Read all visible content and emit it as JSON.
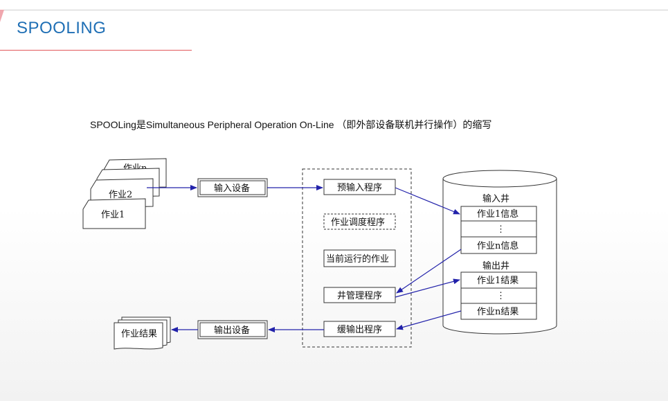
{
  "slide": {
    "title": "SPOOLING",
    "subtitle": "SPOOLing是Simultaneous Peripheral Operation On-Line （即外部设备联机并行操作）的缩写"
  },
  "diagram": {
    "input_jobs": [
      "作业n",
      "…",
      "作业2",
      "作业1"
    ],
    "input_device": "输入设备",
    "output_device": "输出设备",
    "job_results": "作业结果",
    "programs": {
      "pre_input": "预输入程序",
      "job_scheduler": "作业调度程序",
      "running_job": "当前运行的作业",
      "well_manager": "井管理程序",
      "buffered_output": "缓输出程序"
    },
    "input_well": {
      "label": "输入井",
      "rows": [
        "作业1信息",
        "⋮",
        "作业n信息"
      ]
    },
    "output_well": {
      "label": "输出井",
      "rows": [
        "作业1结果",
        "⋮",
        "作业n结果"
      ]
    }
  }
}
